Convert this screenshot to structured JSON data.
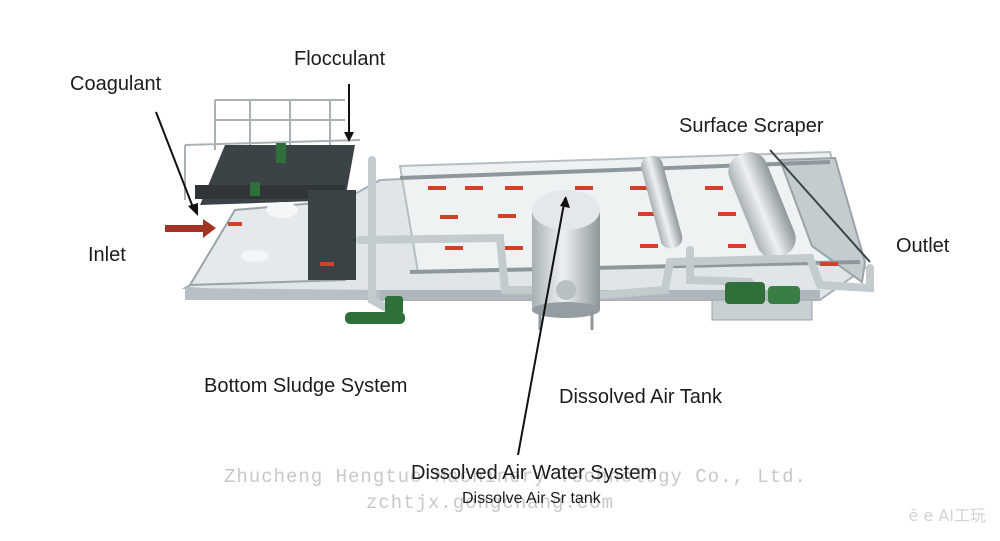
{
  "labels": {
    "flocculant": "Flocculant",
    "coagulant": "Coagulant",
    "inlet": "Inlet",
    "surface_scraper": "Surface Scraper",
    "outlet": "Outlet",
    "bottom_sludge": "Bottom Sludge System",
    "dissolved_air_tank": "Dissolved Air Tank",
    "dissolved_air_water_system": "Dissolved Air Water System",
    "dissolve_air_sr_tank": "Dissolve Air Sr tank"
  },
  "watermark": {
    "company": "Zhucheng Hengtuo Machinery Technology Co., Ltd.",
    "site": "zchtjx.gongchang.com",
    "corner": "ē e AI工玩"
  },
  "colors": {
    "tank_floor": "#e9eef0",
    "tank_wall": "#b8c2c6",
    "frame": "#3b4347",
    "pump": "#2f6f3a",
    "arrow": "#d2402a",
    "pipe": "#cfd6da"
  }
}
